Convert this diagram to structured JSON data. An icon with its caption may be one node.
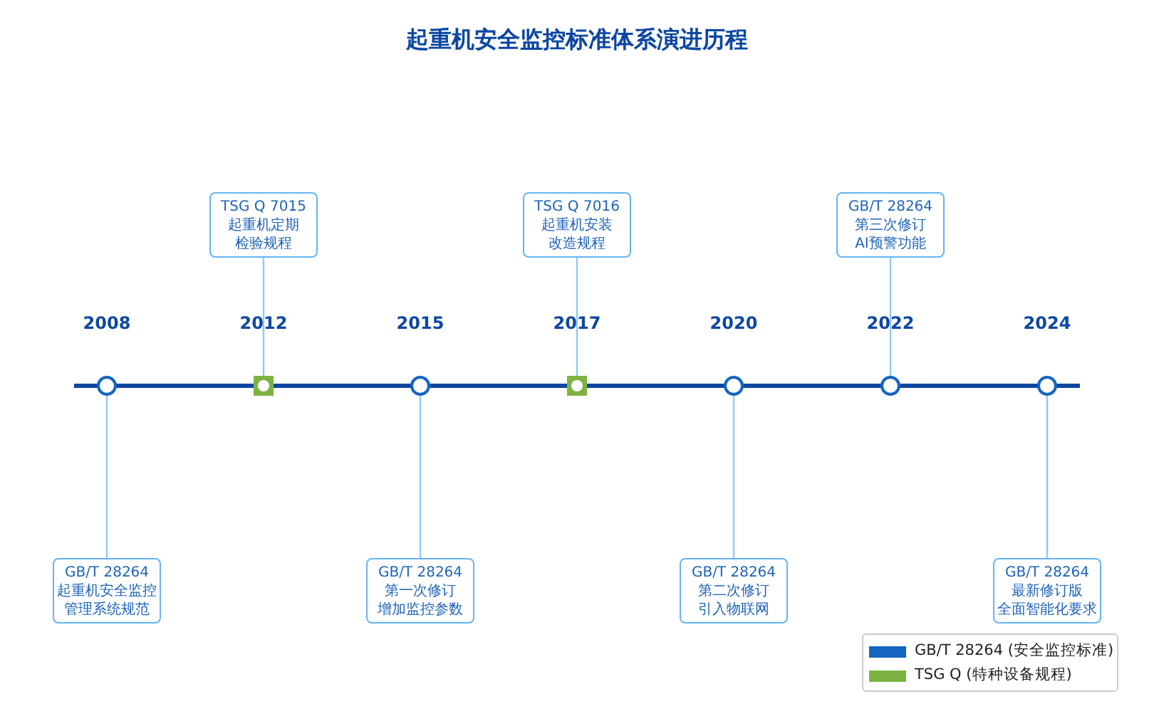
{
  "diagram": {
    "title": "起重机安全监控标准体系演进历程",
    "nodes": [
      {
        "text": [
          "GB/T 28264",
          "起重机安全监控",
          "管理系统规范"
        ]
      },
      {
        "text": [
          "TSG Q 7015",
          "起重机定期",
          "检验规程"
        ]
      },
      {
        "text": [
          "GB/T 28264",
          "第一次修订",
          "增加监控参数"
        ]
      },
      {
        "text": [
          "TSG Q 7016",
          "起重机安装",
          "改造规程"
        ]
      },
      {
        "text": [
          "GB/T 28264",
          "第二次修订",
          "引入物联网"
        ]
      },
      {
        "text": [
          "GB/T 28264",
          "第三次修订",
          "AI预警功能"
        ]
      },
      {
        "text": [
          "GB/T 28264",
          "最新修订版",
          "全面智能化要求"
        ]
      },
      {
        "text": [],
        "shape": "circle"
      },
      {
        "text": [],
        "shape": "box"
      },
      {
        "text": [],
        "shape": "circle"
      },
      {
        "text": [],
        "shape": "box"
      },
      {
        "text": [],
        "shape": "circle"
      },
      {
        "text": [],
        "shape": "circle"
      },
      {
        "text": [],
        "shape": "circle"
      }
    ],
    "edges": [
      {
        "from": 0,
        "to": 7,
        "arrow": "none"
      },
      {
        "from": 1,
        "to": 8,
        "arrow": "none"
      },
      {
        "from": 2,
        "to": 9,
        "arrow": "none"
      },
      {
        "from": 3,
        "to": 10,
        "arrow": "none"
      },
      {
        "from": 4,
        "to": 11,
        "arrow": "none"
      },
      {
        "from": 5,
        "to": 12,
        "arrow": "none"
      },
      {
        "from": 6,
        "to": 13,
        "arrow": "none"
      }
    ],
    "labels": [
      "2008",
      "2012",
      "2015",
      "2017",
      "2020",
      "2022",
      "2024"
    ],
    "legend": [
      {
        "text": "GB/T 28264 (安全监控标准)",
        "color": "#1565c0"
      },
      {
        "text": "TSG Q (特种设备规程)",
        "color": "#7cb342"
      }
    ]
  }
}
